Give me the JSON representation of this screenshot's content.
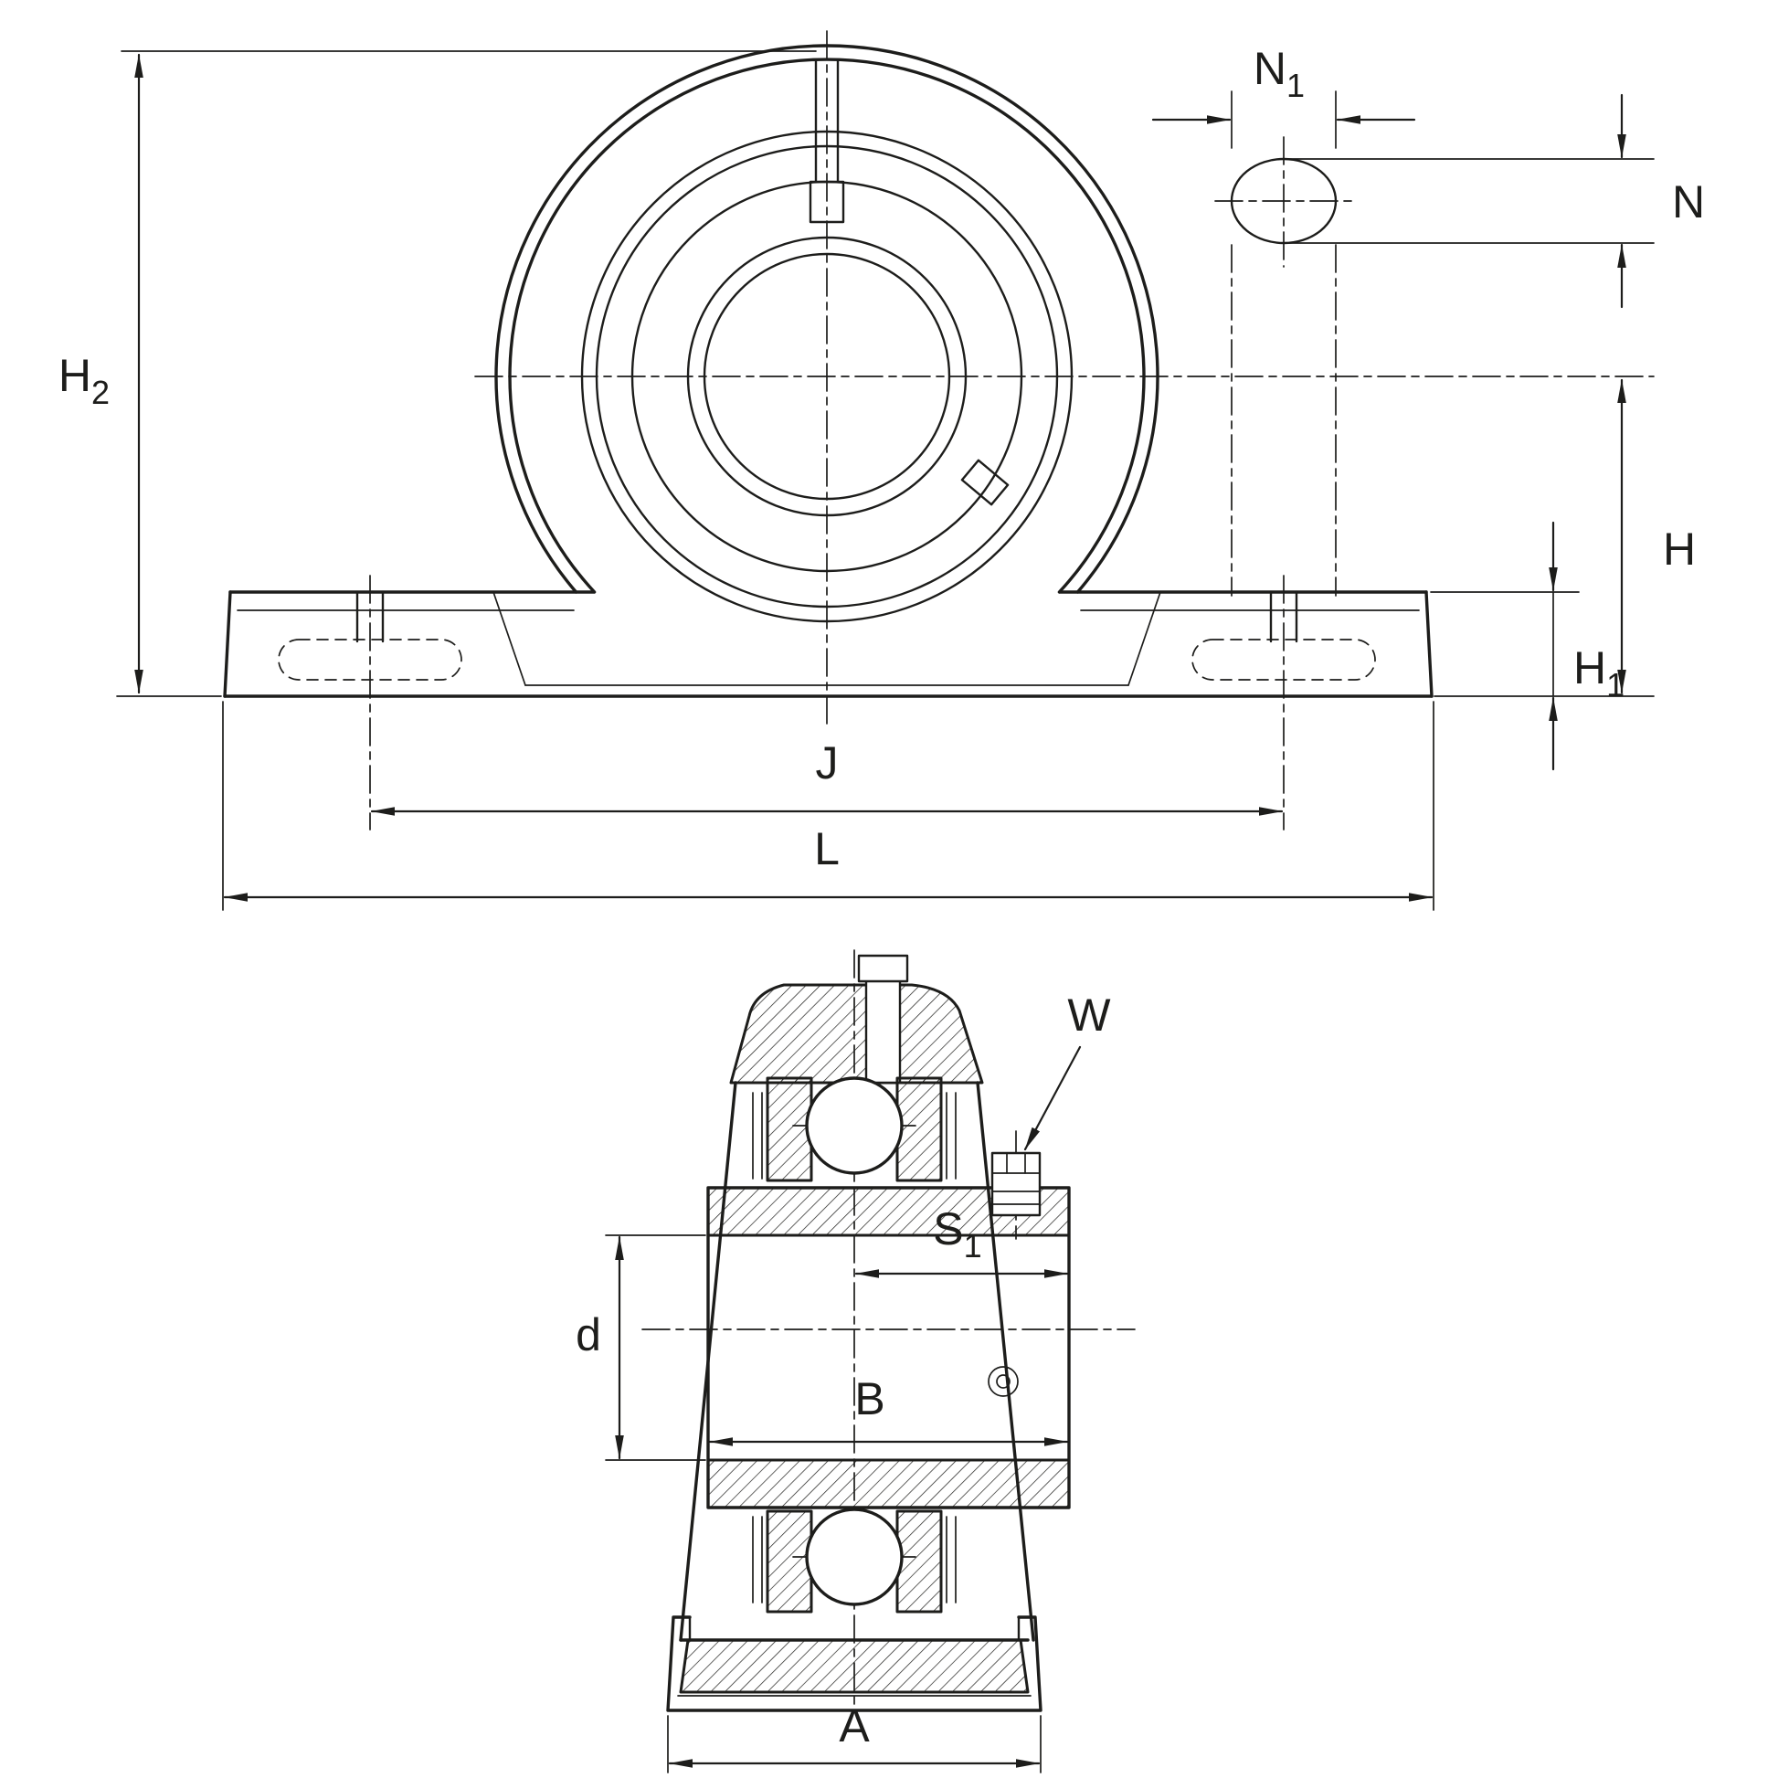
{
  "colors": {
    "line": "#1d1d1b",
    "background": "#ffffff"
  },
  "labels": {
    "H2": {
      "main": "H",
      "sub": "2"
    },
    "N1": {
      "main": "N",
      "sub": "1"
    },
    "N": {
      "main": "N",
      "sub": ""
    },
    "H": {
      "main": "H",
      "sub": ""
    },
    "H1": {
      "main": "H",
      "sub": "1"
    },
    "J": {
      "main": "J",
      "sub": ""
    },
    "L": {
      "main": "L",
      "sub": ""
    },
    "W": {
      "main": "W",
      "sub": ""
    },
    "S1": {
      "main": "S",
      "sub": "1"
    },
    "d": {
      "main": "d",
      "sub": ""
    },
    "B": {
      "main": "B",
      "sub": ""
    },
    "A": {
      "main": "A",
      "sub": ""
    }
  }
}
